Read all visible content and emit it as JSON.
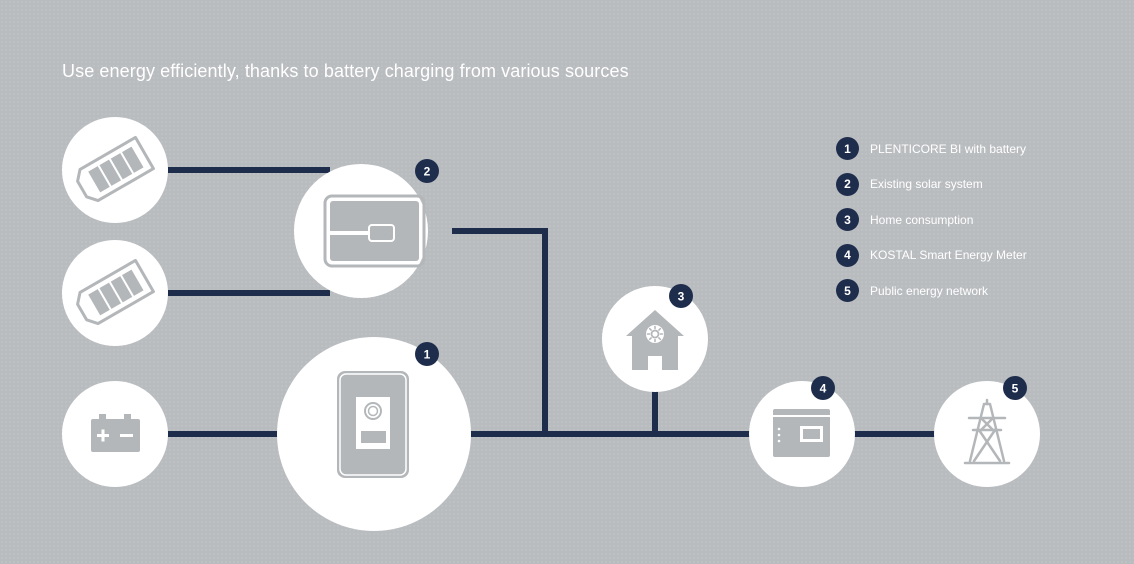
{
  "title": "Use energy efficiently, thanks to battery charging from various sources",
  "colors": {
    "background": "#b9bcbf",
    "line": "#1f2d4d",
    "badge": "#1f2d4d",
    "node_fill": "#ffffff",
    "icon": "#b4b7ba"
  },
  "components": [
    {
      "number": "1",
      "label": "PLENTICORE BI with battery",
      "icon": "inverter-icon"
    },
    {
      "number": "2",
      "label": "Existing solar system",
      "icon": "solar-inverter-icon"
    },
    {
      "number": "3",
      "label": "Home consumption",
      "icon": "house-icon"
    },
    {
      "number": "4",
      "label": "KOSTAL Smart Energy Meter",
      "icon": "energy-meter-icon"
    },
    {
      "number": "5",
      "label": "Public energy network",
      "icon": "power-tower-icon"
    }
  ],
  "unnumbered_nodes": [
    {
      "icon": "solar-panel-icon"
    },
    {
      "icon": "solar-panel-icon"
    },
    {
      "icon": "battery-icon"
    }
  ]
}
